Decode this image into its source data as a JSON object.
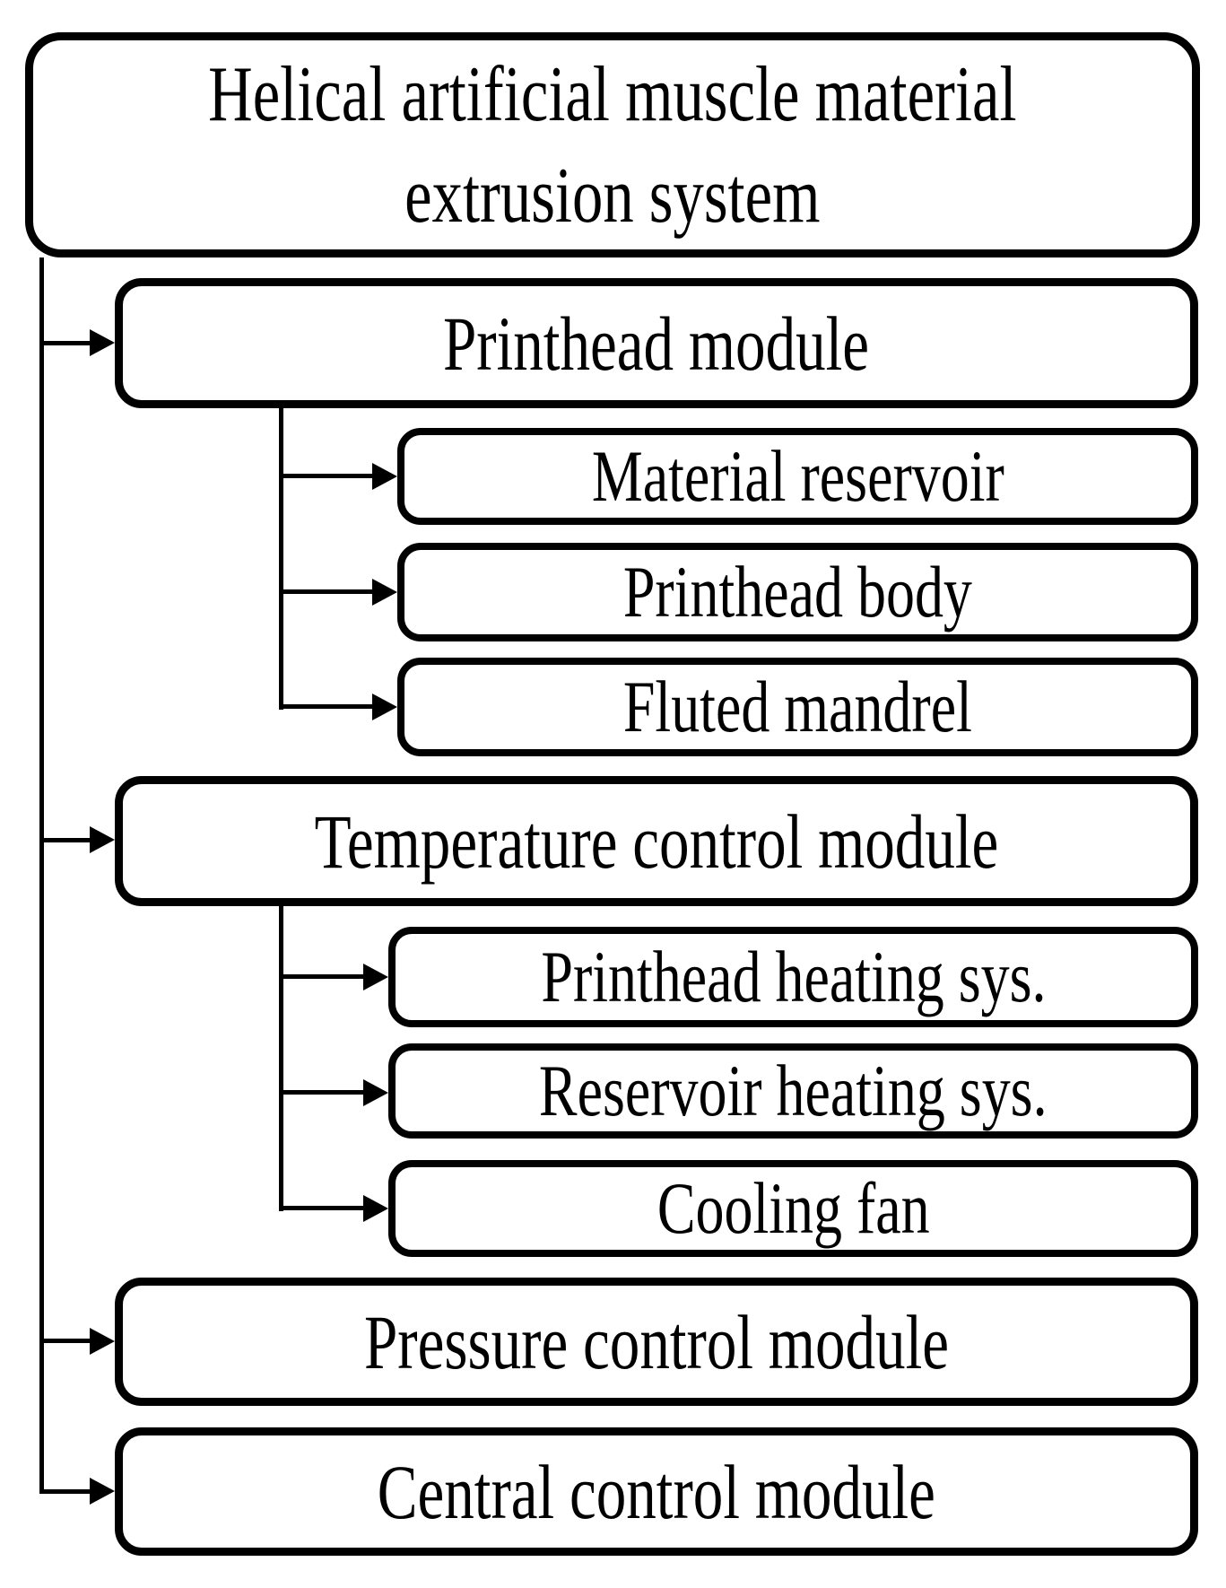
{
  "diagram": {
    "type": "hierarchy-block-diagram",
    "colors": {
      "background": "#ffffff",
      "box_fill": "#ffffff",
      "box_border": "#000000",
      "line": "#000000",
      "text": "#000000"
    },
    "root": {
      "lines": [
        "Helical artificial muscle material",
        "extrusion system"
      ],
      "label": "Helical artificial muscle material extrusion system",
      "children": [
        {
          "label": "Printhead module",
          "children": [
            {
              "label": "Material reservoir"
            },
            {
              "label": "Printhead body"
            },
            {
              "label": "Fluted mandrel"
            }
          ]
        },
        {
          "label": "Temperature control module",
          "children": [
            {
              "label": "Printhead heating sys."
            },
            {
              "label": "Reservoir heating sys."
            },
            {
              "label": "Cooling fan"
            }
          ]
        },
        {
          "label": "Pressure control module",
          "children": []
        },
        {
          "label": "Central control module",
          "children": []
        }
      ]
    }
  }
}
